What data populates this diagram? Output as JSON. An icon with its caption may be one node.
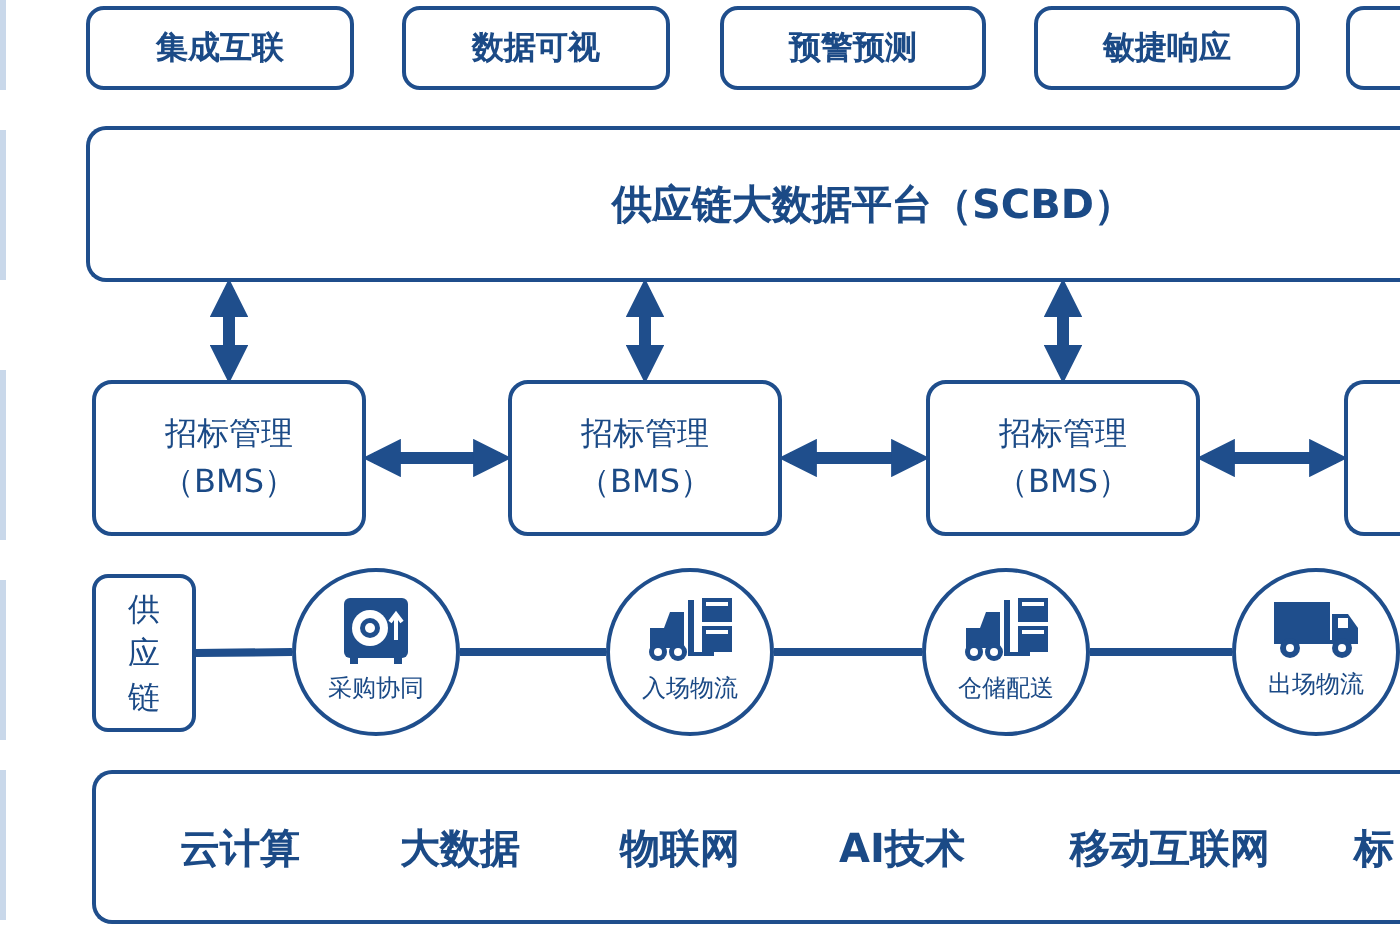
{
  "diagram": {
    "nodes": [
      {
        "text": [
          "集成互联"
        ]
      },
      {
        "text": [
          "数据可视"
        ]
      },
      {
        "text": [
          "预警预测"
        ]
      },
      {
        "text": [
          "敏捷响应"
        ]
      },
      {
        "text": [],
        "shape": "box"
      },
      {
        "text": [
          "供应链大数据平台（SCBD）"
        ]
      },
      {
        "text": [
          "招标管理（BMS）"
        ]
      },
      {
        "text": [
          "招标管理（BMS）"
        ]
      },
      {
        "text": [
          "招标管理（BMS）"
        ]
      },
      {
        "text": [],
        "shape": "box"
      },
      {
        "text": [
          "供应链"
        ]
      },
      {
        "text": [
          "采购协同"
        ]
      },
      {
        "text": [
          "入场物流"
        ]
      },
      {
        "text": [
          "仓储配送"
        ]
      },
      {
        "text": [
          "出场物流"
        ]
      },
      {
        "text": [
          "云计算",
          "大数据",
          "物联网",
          "AI技术",
          "移动互联网",
          "标"
        ]
      }
    ],
    "edges": [
      {
        "from": 5,
        "to": 6,
        "arrow": "both"
      },
      {
        "from": 5,
        "to": 7,
        "arrow": "both"
      },
      {
        "from": 5,
        "to": 8,
        "arrow": "both"
      },
      {
        "from": 6,
        "to": 7,
        "arrow": "both"
      },
      {
        "from": 7,
        "to": 8,
        "arrow": "both"
      },
      {
        "from": 8,
        "to": 9,
        "arrow": "both"
      },
      {
        "from": 10,
        "to": 11,
        "arrow": "none"
      },
      {
        "from": 11,
        "to": 12,
        "arrow": "none"
      },
      {
        "from": 12,
        "to": 13,
        "arrow": "none"
      },
      {
        "from": 13,
        "to": 14,
        "arrow": "none"
      }
    ]
  }
}
